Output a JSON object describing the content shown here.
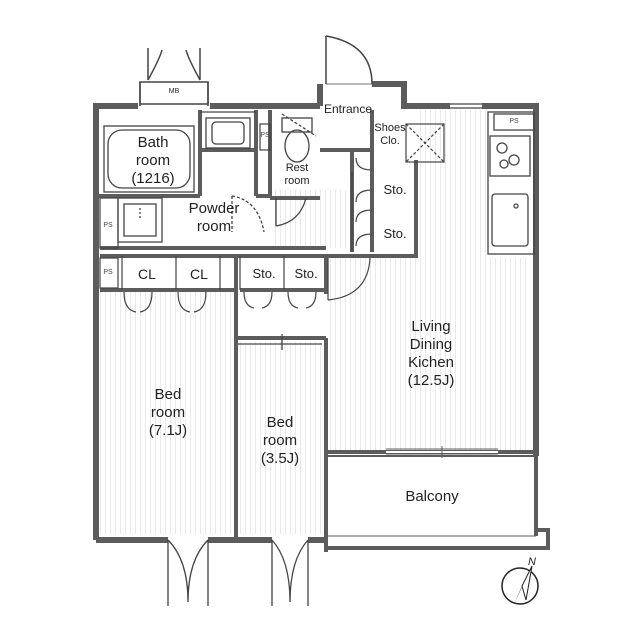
{
  "rooms": {
    "bath": {
      "line1": "Bath",
      "line2": "room",
      "line3": "(1216)"
    },
    "powder": {
      "line1": "Powder",
      "line2": "room"
    },
    "rest": {
      "line1": "Rest",
      "line2": "room"
    },
    "entrance": "Entrance",
    "shoes": {
      "line1": "Shoes",
      "line2": "Clo."
    },
    "ldk": {
      "line1": "Living",
      "line2": "Dining",
      "line3": "Kichen",
      "line4": "(12.5J)"
    },
    "bed1": {
      "line1": "Bed",
      "line2": "room",
      "line3": "(7.1J)"
    },
    "bed2": {
      "line1": "Bed",
      "line2": "room",
      "line3": "(3.5J)"
    },
    "balcony": "Balcony"
  },
  "storage": {
    "cl1": "CL",
    "cl2": "CL",
    "sto_bottom_1": "Sto.",
    "sto_bottom_2": "Sto.",
    "sto_right_1": "Sto.",
    "sto_right_2": "Sto."
  },
  "small_marks": {
    "mb": "MB",
    "ps_kitchen": "PS",
    "ps_rest": "PS",
    "ps_left_1": "PS",
    "ps_left_2": "PS"
  },
  "compass": {
    "letter": "N"
  },
  "colors": {
    "wall": "#6b6b6b",
    "floor_hatch": "#d7d7d7",
    "line": "#444444"
  }
}
